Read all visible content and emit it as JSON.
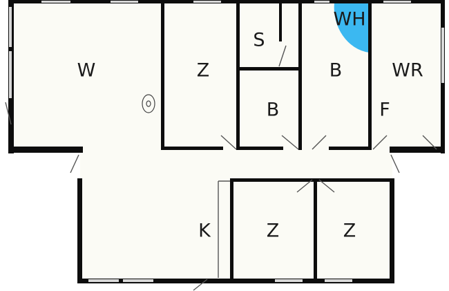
{
  "colors": {
    "floor": "#fbfbf5",
    "wall": "#0d0d0d",
    "window": "#d9d9d9",
    "door": "#555555",
    "bath_fixture": "#3bb8f1",
    "label": "#1a1a1a"
  },
  "rooms": {
    "w": "W",
    "z_top": "Z",
    "s": "S",
    "b_small": "B",
    "b_right": "B",
    "wh": "WH",
    "wr": "WR",
    "f": "F",
    "k": "K",
    "z_bottom_left": "Z",
    "z_bottom_right": "Z"
  },
  "icons": {
    "fireplace": "fireplace-icon",
    "water_heater": "water-heater-icon"
  }
}
